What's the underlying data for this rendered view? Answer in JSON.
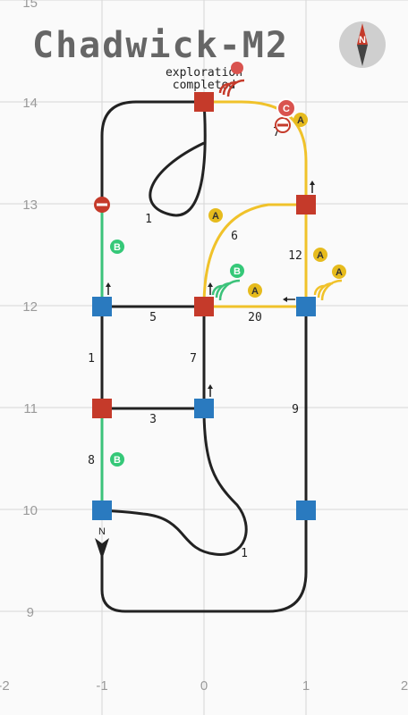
{
  "map": {
    "title": "Chadwick-M2",
    "status_line1": "exploration",
    "status_line2": "completed",
    "x_ticks": [
      "-2",
      "-1",
      "0",
      "1",
      "2"
    ],
    "y_ticks": [
      "15",
      "14",
      "13",
      "12",
      "11",
      "10",
      "9"
    ],
    "compass_letter": "N",
    "start_marker_letter": "N"
  },
  "colors": {
    "node_blue": "#2a7abf",
    "node_red": "#c53a2a",
    "edge_black": "#222222",
    "edge_yellow": "#f0c22a",
    "edge_green": "#3cc27a",
    "badge_yellow": "#e6bb1d",
    "badge_green": "#35c878",
    "badge_red": "#d9534f"
  },
  "edge_labels": [
    "1",
    "6",
    "12",
    "5",
    "20",
    "1",
    "7",
    "3",
    "9",
    "8",
    "1",
    "7"
  ],
  "badges": {
    "a": "A",
    "b": "B",
    "c": "C"
  }
}
